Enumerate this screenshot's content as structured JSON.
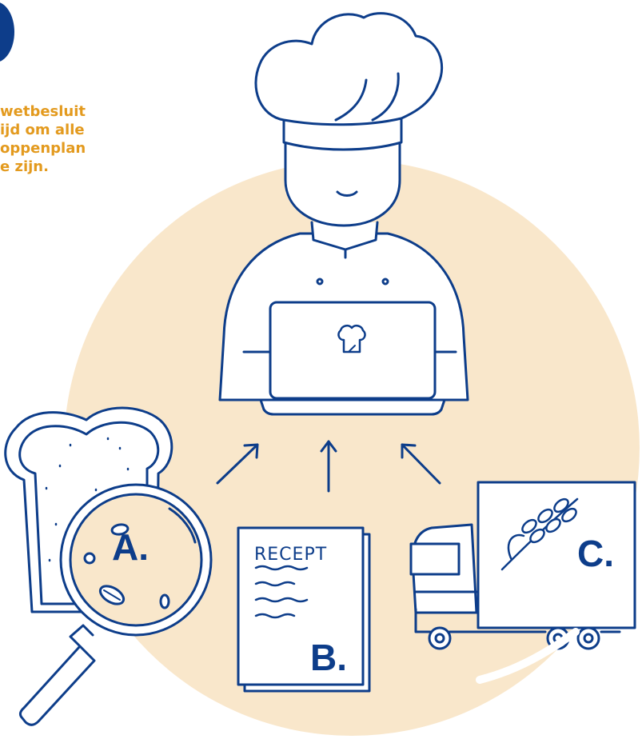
{
  "intro_lines": [
    "wetbesluit",
    "ijd om alle",
    "oppenplan",
    "e zijn."
  ],
  "colors": {
    "navy": "#0d3d8a",
    "orange": "#e39a1e",
    "cream": "#f9e7cb",
    "white": "#ffffff"
  },
  "icons": [
    "chef-icon",
    "laptop-icon",
    "chef-hat-logo-icon",
    "bread-icon",
    "magnifier-icon",
    "recipe-document-icon",
    "truck-icon",
    "grain-icon",
    "arrow-icon"
  ],
  "labels": {
    "a": "A.",
    "b": "B.",
    "c": "C.",
    "recept_title": "RECEPT"
  }
}
